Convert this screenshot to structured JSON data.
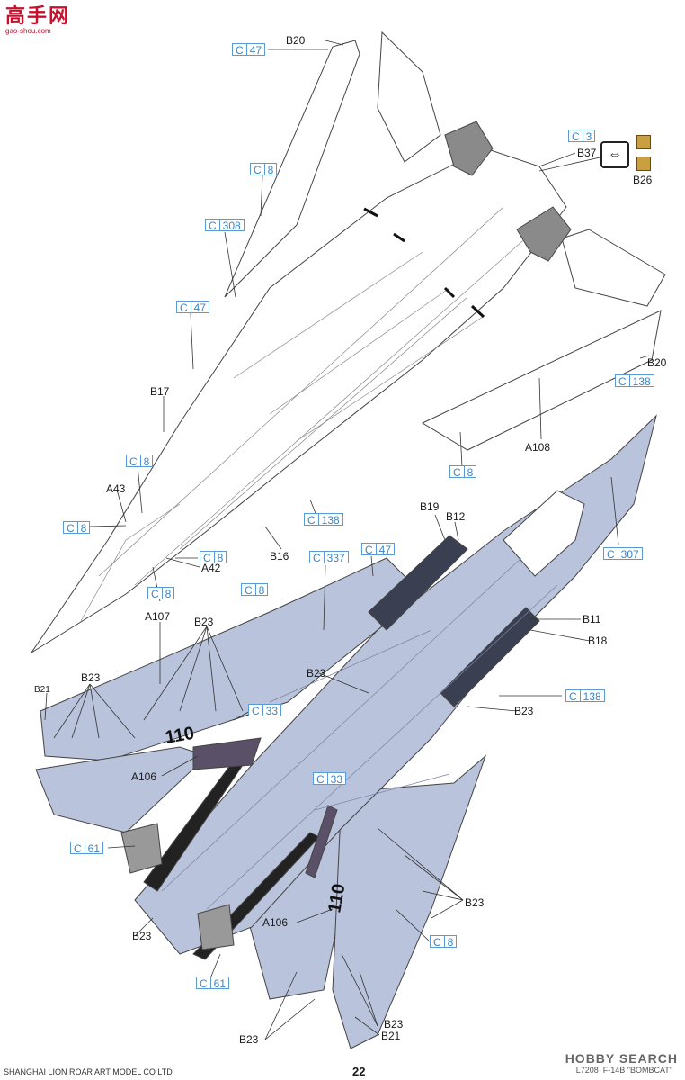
{
  "header": {
    "logo_main": "高手网",
    "logo_sub": "gao-shou.com"
  },
  "footer": {
    "company": "SHANGHAI LION ROAR ART MODEL CO LTD",
    "page_number": "22",
    "kit_code": "L7208",
    "kit_name": "F-14B \"BOMBCAT\"",
    "watermark": "HOBBY SEARCH"
  },
  "callouts": {
    "b20_top": "B20",
    "c47_top": "C",
    "c47_top_n": "47",
    "c3": "C",
    "c3_n": "3",
    "b37": "B37",
    "b26": "B26",
    "c8_a": "C",
    "c8_a_n": "8",
    "c308": "C",
    "c308_n": "308",
    "c47_mid": "C",
    "c47_mid_n": "47",
    "b17": "B17",
    "b20_right": "B20",
    "c138_right": "C",
    "c138_right_n": "138",
    "a108": "A108",
    "c8_b": "C",
    "c8_b_n": "8",
    "c8_c": "C",
    "c8_c_n": "8",
    "a43": "A43",
    "c8_d": "C",
    "c8_d_n": "8",
    "c138_mid": "C",
    "c138_mid_n": "138",
    "b19": "B19",
    "b12": "B12",
    "c8_e": "C",
    "c8_e_n": "8",
    "a42": "A42",
    "b16": "B16",
    "c337": "C",
    "c337_n": "337",
    "c47_low": "C",
    "c47_low_n": "47",
    "c307": "C",
    "c307_n": "307",
    "c8_f": "C",
    "c8_f_n": "8",
    "c8_g": "C",
    "c8_g_n": "8",
    "a107": "A107",
    "b23_a": "B23",
    "b11": "B11",
    "b18": "B18",
    "b21_left": "B21",
    "b23_b": "B23",
    "b23_c": "B23",
    "c33_a": "C",
    "c33_a_n": "33",
    "c138_low": "C",
    "c138_low_n": "138",
    "b23_d": "B23",
    "a106_a": "A106",
    "c33_b": "C",
    "c33_b_n": "33",
    "c61_a": "C",
    "c61_a_n": "61",
    "b23_e": "B23",
    "b23_f": "B23",
    "a106_b": "A106",
    "c8_h": "C",
    "c8_h_n": "8",
    "c61_b": "C",
    "c61_b_n": "61",
    "b23_g": "B23",
    "b23_h": "B23",
    "b21_bottom": "B21",
    "modex_top": "110",
    "modex_bottom": "110"
  },
  "colors": {
    "callout_blue": "#3a86c8",
    "camo_blue": "#b9c3dc",
    "dark_grey": "#3b3f52",
    "text": "#1a1a1a"
  }
}
